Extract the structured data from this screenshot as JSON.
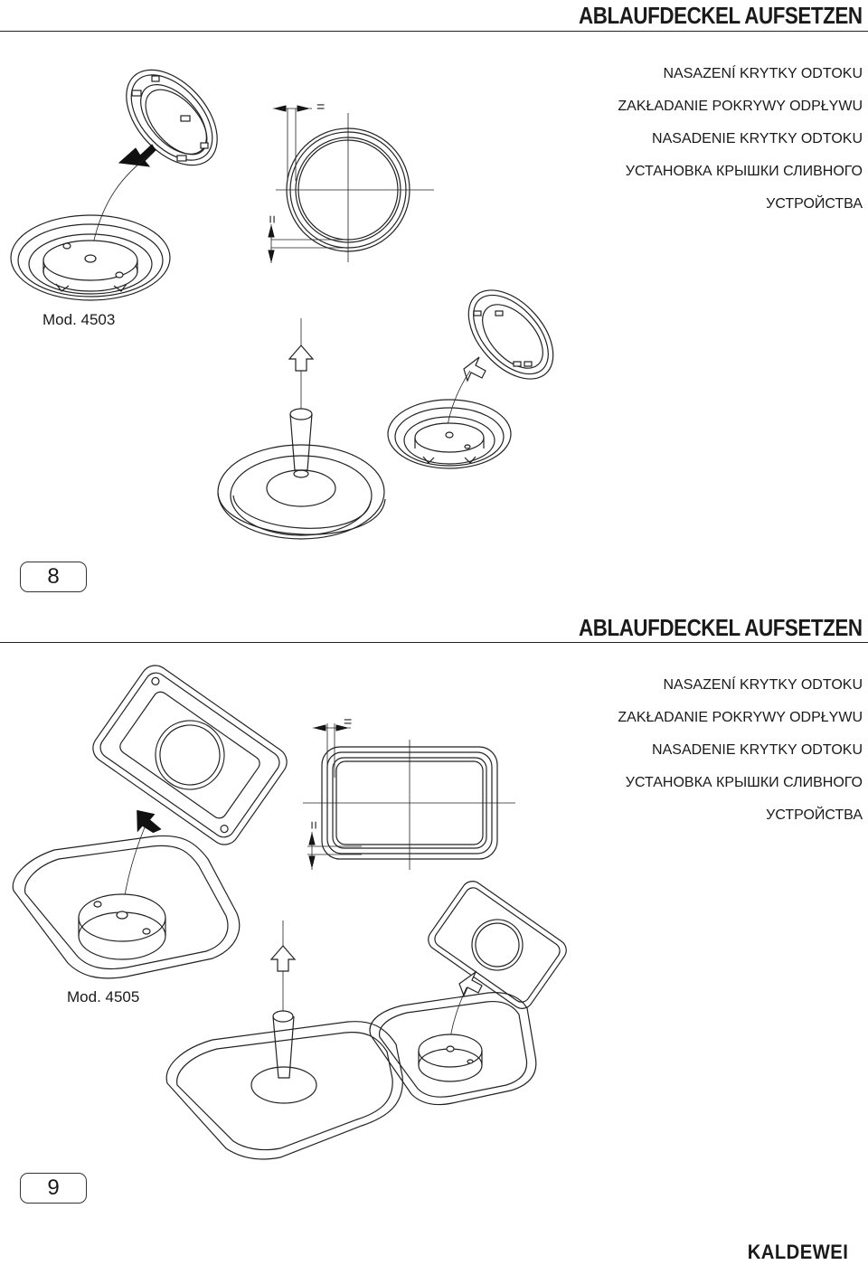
{
  "section1": {
    "title": "ABLAUFDECKEL AUFSETZEN",
    "lines": {
      "cs": "NASAZENÍ KRYTKY ODTOKU",
      "pl": "ZAKŁADANIE POKRYWY ODPŁYWU",
      "sk": "NASADENIE KRYTKY ODTOKU",
      "ru1": "УСТАНОВКА КРЫШКИ СЛИВНОГО",
      "ru2": "УСТРОЙСТВА"
    },
    "model": "Mod. 4503",
    "equal_mark": "=",
    "step": "8"
  },
  "section2": {
    "title": "ABLAUFDECKEL AUFSETZEN",
    "lines": {
      "cs": "NASAZENÍ KRYTKY ODTOKU",
      "pl": "ZAKŁADANIE POKRYWY ODPŁYWU",
      "sk": "NASADENIE KRYTKY ODTOKU",
      "ru1": "УСТАНОВКА КРЫШКИ СЛИВНОГО",
      "ru2": "УСТРОЙСТВА"
    },
    "model": "Mod. 4505",
    "equal_mark": "=",
    "step": "9"
  },
  "brand": "KALDEWEI"
}
